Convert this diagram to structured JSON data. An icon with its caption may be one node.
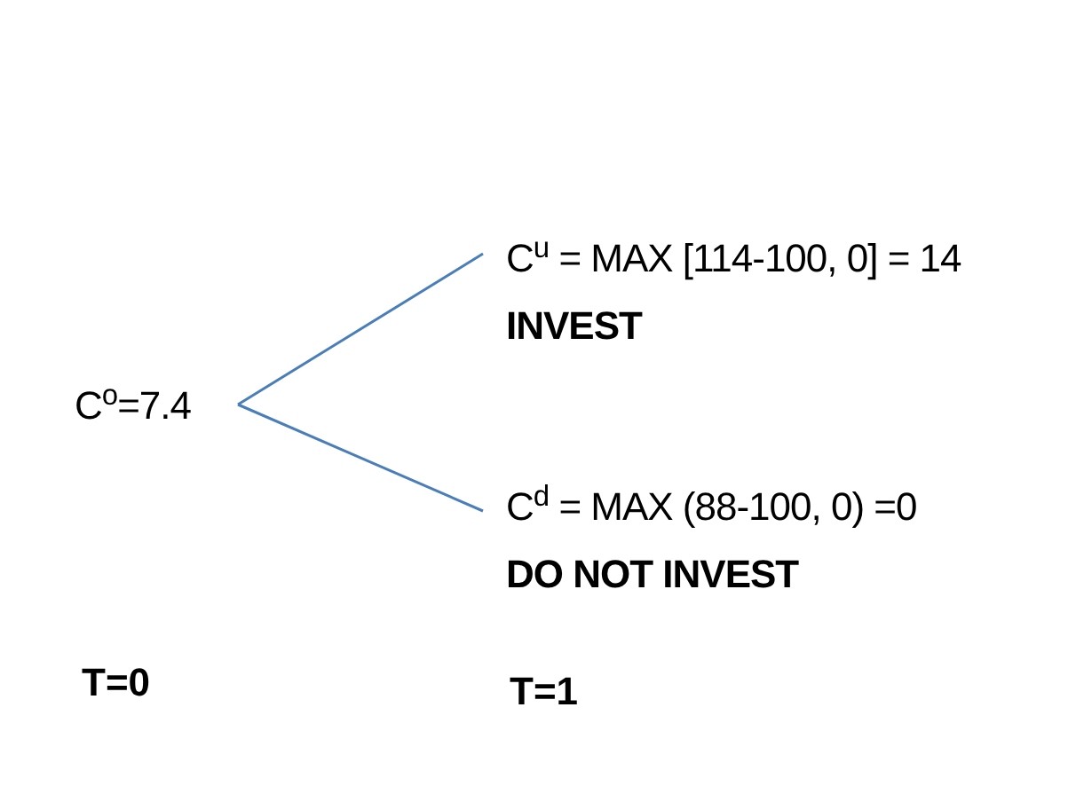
{
  "diagram": {
    "nodes": [
      {
        "text": [
          "C$^{o}$=7.4"
        ]
      },
      {
        "text": [
          "C$^{u}$ = MAX [114-100, 0] = 14",
          "INVEST"
        ]
      },
      {
        "text": [
          "C$^{d}$ = MAX (88-100, 0) =0",
          "DO NOT INVEST"
        ]
      }
    ],
    "edges": [
      {
        "from": 0,
        "to": 1,
        "arrow": "none"
      },
      {
        "from": 0,
        "to": 2,
        "arrow": "none"
      }
    ],
    "labels": [
      "T=0",
      "T=1"
    ]
  }
}
